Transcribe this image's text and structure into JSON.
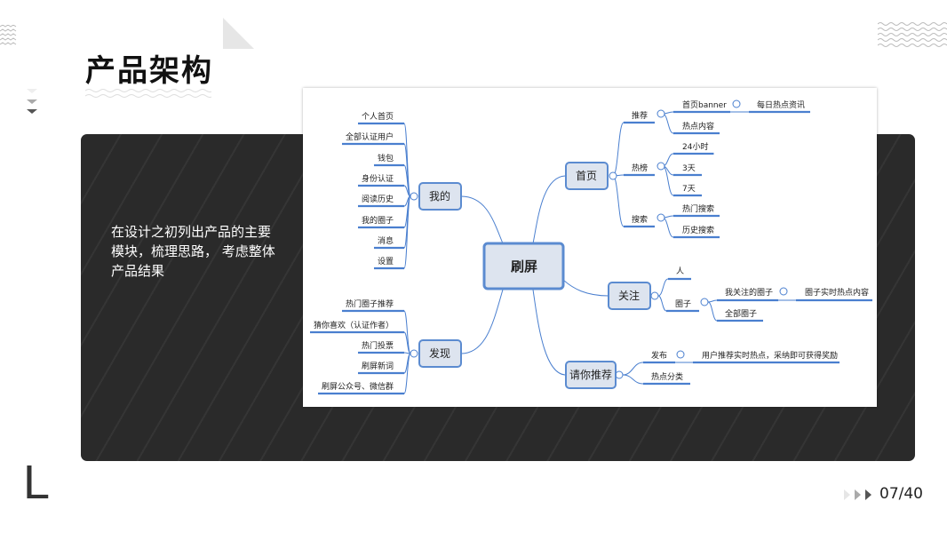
{
  "title": "产品架构",
  "description": "在设计之初列出产品的主要模块，梳理思路， 考虑整体产品结果",
  "pager": "07/40",
  "mindmap": {
    "root": "刷屏",
    "wode": {
      "label": "我的",
      "items": [
        "个人首页",
        "全部认证用户",
        "钱包",
        "身份认证",
        "阅读历史",
        "我的圈子",
        "消息",
        "设置"
      ]
    },
    "faxian": {
      "label": "发现",
      "items": [
        "热门圈子推荐",
        "猜你喜欢（认证作者）",
        "热门投票",
        "刷屏新词",
        "刷屏公众号、微信群"
      ]
    },
    "shouye": {
      "label": "首页",
      "tuijian": "推荐",
      "banner": "首页banner",
      "daily": "每日热点资讯",
      "hot_content": "热点内容",
      "rebang": "热榜",
      "h24": "24小时",
      "d3": "3天",
      "d7": "7天",
      "sousuo": "搜索",
      "hot_search": "热门搜索",
      "history_search": "历史搜索"
    },
    "guanzhu": {
      "label": "关注",
      "ren": "人",
      "quanzi": "圈子",
      "my_circles": "我关注的圈子",
      "circle_hot": "圈子实时热点内容",
      "all_circles": "全部圈子"
    },
    "qingni": {
      "label": "请你推荐",
      "fabu": "发布",
      "fabu_desc": "用户推荐实时热点，采纳即可获得奖励",
      "hot_category": "热点分类"
    }
  }
}
